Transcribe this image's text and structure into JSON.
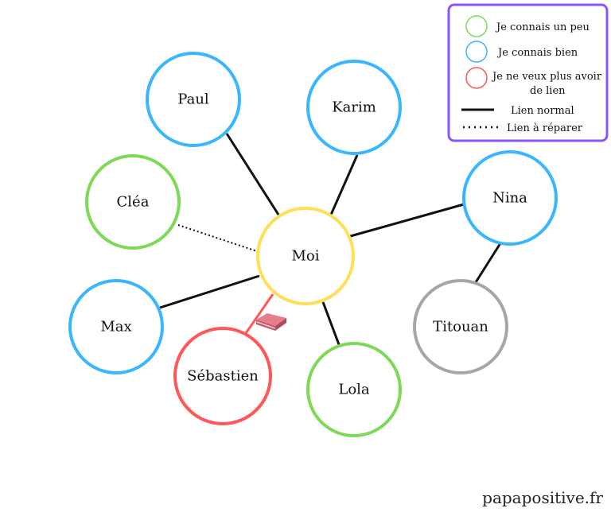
{
  "colors": {
    "know_little": "#7ed957",
    "know_well": "#38b6ff",
    "no_more": "#ff5757",
    "self": "#ffde59",
    "neutral": "#a6a6a6",
    "legend_border": "#8c52ff"
  },
  "nodes": {
    "center": "Moi",
    "paul": "Paul",
    "karim": "Karim",
    "clea": "Cléa",
    "nina": "Nina",
    "max": "Max",
    "titouan": "Titouan",
    "sebastien": "Sébastien",
    "lola": "Lola"
  },
  "legend": {
    "know_little": "Je connais un peu",
    "know_well": "Je connais bien",
    "no_more_1": "Je ne veux plus avoir",
    "no_more_2": "de lien",
    "normal_link": "Lien normal",
    "repair_link": "Lien à réparer"
  },
  "footer": "papapositive.fr",
  "icons": {
    "eraser": "eraser-icon"
  }
}
